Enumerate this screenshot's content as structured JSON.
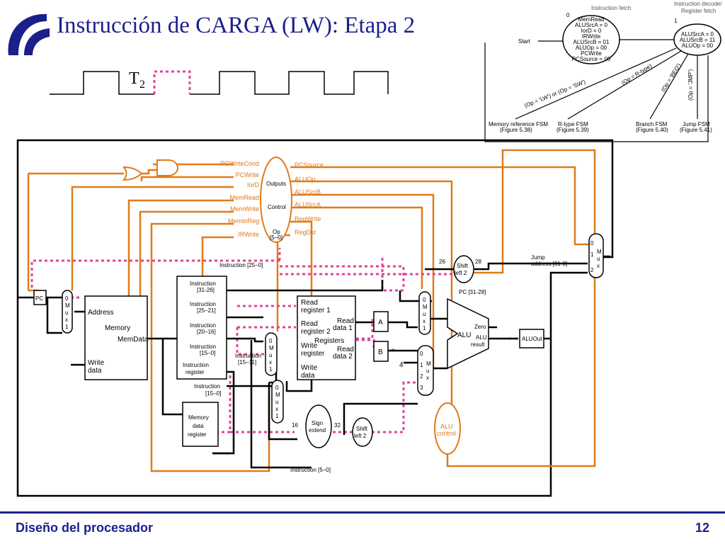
{
  "slide": {
    "title": "Instrucción de CARGA (LW): Etapa 2",
    "footer_left": "Diseño del procesador",
    "page_number": "12"
  },
  "clock": {
    "label": "T",
    "subscript": "2"
  },
  "fsm": {
    "label_fetch": "Instruction fetch",
    "label_decode_1": "Instruction decode/",
    "label_decode_2": "Register fetch",
    "state0_num": "0",
    "state1_num": "1",
    "start": "Start",
    "state0_lines": [
      "MemRead",
      "ALUSrcA = 0",
      "IorD = 0",
      "IRWrite",
      "ALUSrcB = 01",
      "ALUOp = 00",
      "PCWrite",
      "PCSource = 00"
    ],
    "state1_lines": [
      "ALUSrcA = 0",
      "ALUSrcB = 11",
      "ALUOp = 00"
    ],
    "arc_lw": "(Op = 'LW') or (Op = 'SW')",
    "arc_rtype": "(Op = R-type)",
    "arc_beq": "(Op = 'BEQ')",
    "arc_jmp": "(Op = 'JMP')",
    "memref_1": "Memory reference FSM",
    "memref_2": "(Figure 5.38)",
    "rtype_1": "R-type FSM",
    "rtype_2": "(Figure 5.39)",
    "branch_1": "Branch FSM",
    "branch_2": "(Figure 5.40)",
    "jump_1": "Jump FSM",
    "jump_2": "(Figure 5.41)"
  },
  "control": {
    "outputs": "Outputs",
    "control": "Control",
    "op": "Op",
    "op_bits": "[5–0]",
    "left_signals": [
      "PCWriteCond",
      "PCWrite",
      "IorD",
      "MemRead",
      "MemWrite",
      "MemtoReg",
      "IRWrite"
    ],
    "right_signals": [
      "PCSource",
      "ALUOp",
      "ALUSrcB",
      "ALUSrcA",
      "RegWrite",
      "RegDst"
    ]
  },
  "datapath": {
    "pc": "PC",
    "mux_m": "M",
    "mux_u": "u",
    "mux_x": "x",
    "mux_0": "0",
    "mux_1": "1",
    "mux_2": "2",
    "mux_3": "3",
    "mem_address": "Address",
    "mem_memory": "Memory",
    "mem_memdata": "MemData",
    "mem_write": "Write",
    "mem_data": "data",
    "ir_31_26_a": "Instruction",
    "ir_31_26_b": "[31-26]",
    "ir_25_21_a": "Instruction",
    "ir_25_21_b": "[25–21]",
    "ir_20_16_a": "Instruction",
    "ir_20_16_b": "[20–16]",
    "ir_15_0_a": "Instruction",
    "ir_15_0_b": "[15–0]",
    "ir_reg_a": "Instruction",
    "ir_reg_b": "register",
    "instr_15_11_a": "Instruction",
    "instr_15_11_b": "[15–11]",
    "instr_15_0_a": "Instruction",
    "instr_15_0_b": "[15–0]",
    "instr_25_0": "Instruction [25–0]",
    "instr_5_0": "Instruction [5–0]",
    "mdr_1": "Memory",
    "mdr_2": "data",
    "mdr_3": "register",
    "rr1_a": "Read",
    "rr1_b": "register 1",
    "rr2_a": "Read",
    "rr2_b": "register 2",
    "wr_a": "Write",
    "wr_b": "register",
    "wd_a": "Write",
    "wd_b": "data",
    "rd1_a": "Read",
    "rd1_b": "data 1",
    "rd2_a": "Read",
    "rd2_b": "data 2",
    "registers": "Registers",
    "reg_a": "A",
    "reg_b": "B",
    "const4": "4",
    "alu": "ALU",
    "zero": "Zero",
    "alu_result_1": "ALU",
    "alu_result_2": "result",
    "aluout": "ALUOut",
    "shift2_a": "Shift",
    "shift2_b": "left 2",
    "bits26": "26",
    "bits28": "28",
    "bits16": "16",
    "bits32": "32",
    "jump_1": "Jump",
    "jump_2": "address [31-0]",
    "pc_31_28": "PC [31-28]",
    "sign_1": "Sign",
    "sign_2": "extend",
    "aluctrl_1": "ALU",
    "aluctrl_2": "control"
  },
  "colors": {
    "title_blue": "#1b1f8a",
    "control_orange": "#e07b1a",
    "highlight_pink": "#e0449a",
    "wire_black": "#000000"
  }
}
